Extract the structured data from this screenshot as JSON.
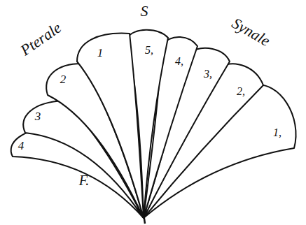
{
  "diagram": {
    "labels": [
      "Pterale",
      "S",
      "Synale",
      "1",
      "2",
      "3",
      "4",
      "5,",
      "4,",
      "3,",
      "2,",
      "1,",
      "F."
    ]
  }
}
